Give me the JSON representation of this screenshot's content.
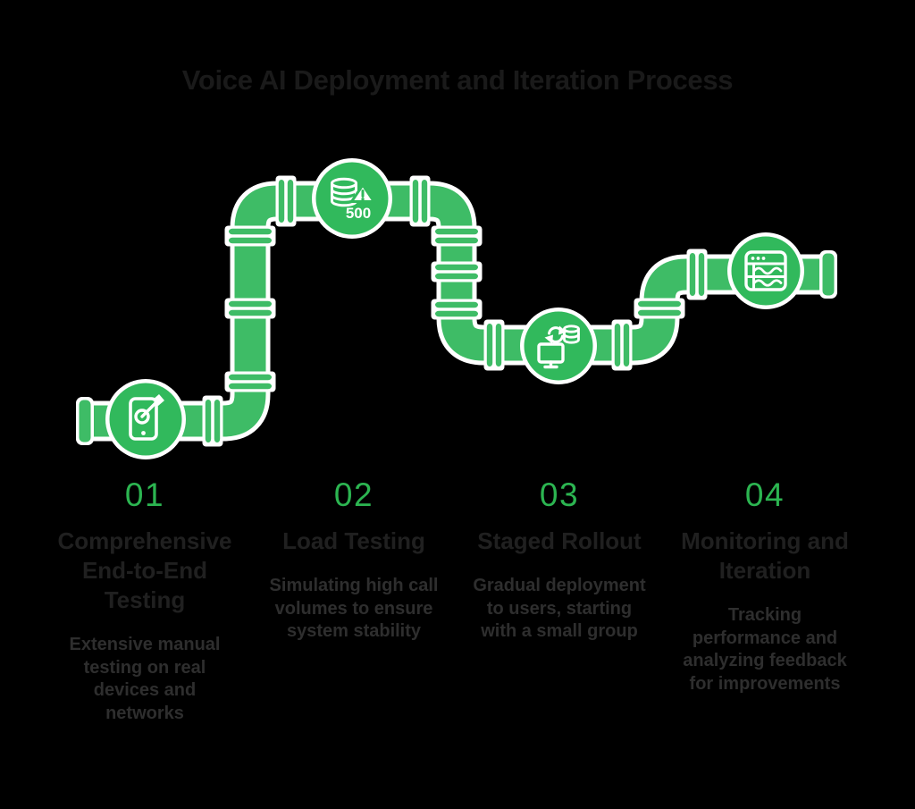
{
  "title": "Voice AI Deployment and Iteration Process",
  "colors": {
    "background": "#000000",
    "pipe": "#3EBC66",
    "node": "#31B95C",
    "number": "#2CB551",
    "title-text": "#1A1A1A",
    "heading-text": "#202020",
    "body-text": "#2E2E2E",
    "icon": "#FFFFFF"
  },
  "steps": [
    {
      "number": "01",
      "icon": "phone-target-dart-icon",
      "heading": [
        "Comprehensive",
        "End-to-End",
        "Testing"
      ],
      "description": [
        "Extensive manual",
        "testing on real",
        "devices and",
        "networks"
      ]
    },
    {
      "number": "02",
      "icon": "database-error-500-icon",
      "icon_label": "500",
      "heading": [
        "Load Testing"
      ],
      "description": [
        "Simulating high call",
        "volumes to ensure",
        "system stability"
      ]
    },
    {
      "number": "03",
      "icon": "deployment-sync-icon",
      "heading": [
        "Staged Rollout"
      ],
      "description": [
        "Gradual deployment",
        "to users, starting",
        "with a small group"
      ]
    },
    {
      "number": "04",
      "icon": "monitoring-dashboard-icon",
      "heading": [
        "Monitoring and",
        "Iteration"
      ],
      "description": [
        "Tracking",
        "performance and",
        "analyzing feedback",
        "for improvements"
      ]
    }
  ]
}
